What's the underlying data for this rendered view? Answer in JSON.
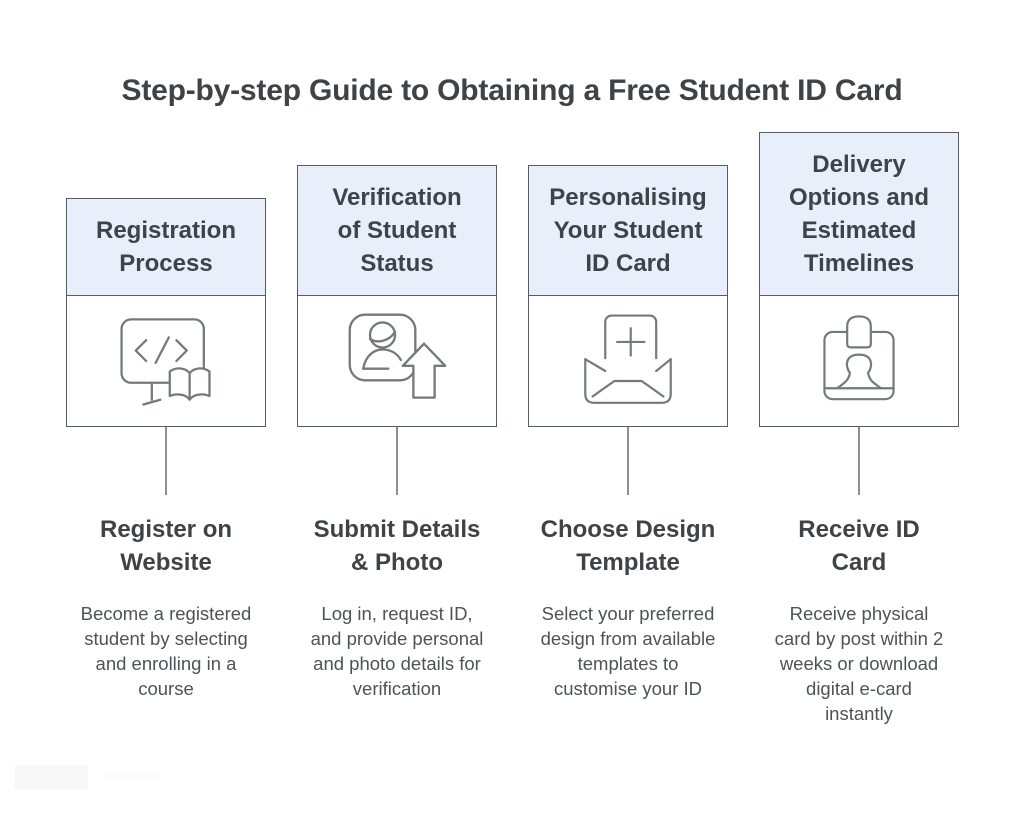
{
  "title": "Step-by-step Guide to Obtaining a Free Student ID Card",
  "colors": {
    "header_fill": "#e9effa",
    "card_border": "#575c62",
    "icon_stroke": "#75797d",
    "heading_text": "#3e4347",
    "body_text": "#4e5358",
    "connector": "#8d9093"
  },
  "steps": [
    {
      "icon": "monitor-code-book",
      "header_lines": [
        "Registration",
        "Process"
      ],
      "subtitle_lines": [
        "Register on",
        "Website"
      ],
      "description_lines": [
        "Become a registered",
        "student by selecting",
        "and enrolling in a",
        "course"
      ]
    },
    {
      "icon": "student-upload",
      "header_lines": [
        "Verification",
        "of Student",
        "Status"
      ],
      "subtitle_lines": [
        "Submit Details",
        "& Photo"
      ],
      "description_lines": [
        "Log in, request ID,",
        "and provide personal",
        "and photo details for",
        "verification"
      ]
    },
    {
      "icon": "envelope-card-plus",
      "header_lines": [
        "Personalising",
        "Your Student",
        "ID Card"
      ],
      "subtitle_lines": [
        "Choose Design",
        "Template"
      ],
      "description_lines": [
        "Select your preferred",
        "design from available",
        "templates to",
        "customise your ID"
      ]
    },
    {
      "icon": "id-badge",
      "header_lines": [
        "Delivery",
        "Options and",
        "Estimated",
        "Timelines"
      ],
      "subtitle_lines": [
        "Receive ID",
        "Card"
      ],
      "description_lines": [
        "Receive physical",
        "card by post within 2",
        "weeks or download",
        "digital e-card",
        "instantly"
      ]
    }
  ]
}
